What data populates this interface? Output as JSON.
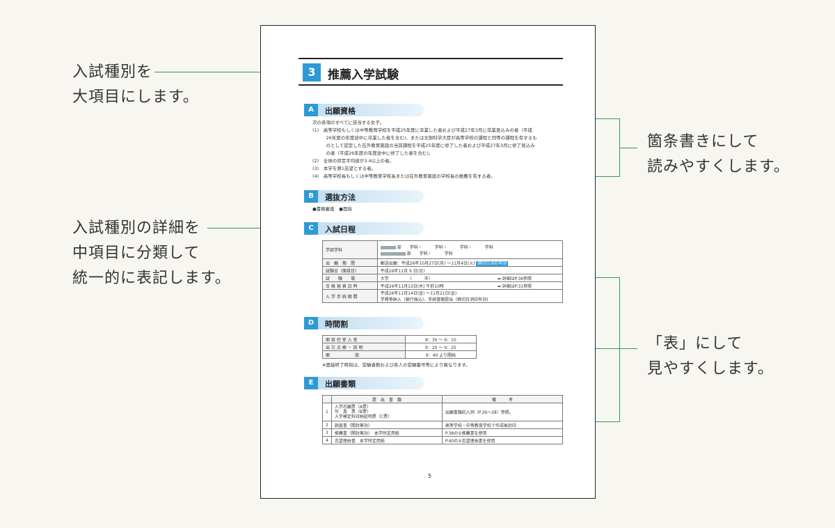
{
  "annotations": {
    "left1": [
      "入試種別を",
      "大項目にします。"
    ],
    "left2": [
      "入試種別の詳細を",
      "中項目に分類して",
      "統一的に表記します。"
    ],
    "right1": [
      "箇条書きにして",
      "読みやすくします。"
    ],
    "right2": [
      "「表」にして",
      "見やすくします。"
    ]
  },
  "page": {
    "section": {
      "number": "3",
      "title": "推薦入学試験"
    },
    "A": {
      "letter": "A",
      "title": "出願資格",
      "lines": [
        "次の各項のすべてに該当する女子。",
        "(1)　高等学校もしくは中等教育学校を平成25年度に卒業した者および平成27年3月に卒業見込みの者（平成",
        "　　　26年度の年度途中に卒業した者を含む)、または文部科学大臣が高等学校の課程と同等の課程を有するも",
        "　　　のとして認定した在外教育施設の当該課程を平成25年度に修了した者および平成27年3月に修了見込み",
        "　　　の者（平成26年度の年度途中に修了した者を含む)。",
        "(2)　全体の評定平均値が3.4以上の者。",
        "(3)　本学を第1志望とする者。",
        "(4)　高等学校長もしくは中等教育学校長または在外教育施設の学校長の推薦を有する者。"
      ]
    },
    "B": {
      "letter": "B",
      "title": "選抜方法",
      "text": "●書類審査　●面接"
    },
    "C": {
      "letter": "C",
      "title": "入試日程",
      "dept_label": "学部学科",
      "dept_line1": "部　　学科・　　　学科・　　　学科・　　　学科",
      "dept_line2": "部　　学科・　　　学科",
      "rows": [
        {
          "label": "出　願　期　間",
          "value": "郵送出願：平成26年10月27日(月) 〜11月4日(火)",
          "badge": "締切日消印有効",
          "note": ""
        },
        {
          "label": "試験日（面接日）",
          "value": "平成26年11月 9 日(日)",
          "badge": "",
          "note": ""
        },
        {
          "label": "試　　験　　場",
          "value": "大学　　　　　（　　　市）",
          "badge": "",
          "note": "➡ 詳細はP.36参照"
        },
        {
          "label": "合 格 発 表 日 時",
          "value": "平成26年11月13日(木) 午前10時",
          "badge": "",
          "note": "➡ 詳細はP.31参照"
        },
        {
          "label": "入 学 手 続 期 間",
          "value": "平成26年11月14日(金) 〜11月21日(金)",
          "value2": "学費等納入（銀行振込)、手続書類提出（締切日消印有効)",
          "badge": "",
          "note": ""
        }
      ]
    },
    "D": {
      "letter": "D",
      "title": "時間割",
      "rows": [
        {
          "label": "面 接 控 室 入 室",
          "value": "8：30 〜 9：10"
        },
        {
          "label": "出 欠 点 検 ・ 説 明",
          "value": "9：20 〜 9：25"
        },
        {
          "label": "面　　　　　　接",
          "value": "9：40 より開始"
        }
      ],
      "note": "※面接終了時刻は、受験者数および各人の受験番号等により異なります。"
    },
    "E": {
      "letter": "E",
      "title": "出願書類",
      "headers": [
        "提　出　書　類",
        "備　　　考"
      ],
      "rows": [
        {
          "no": "1",
          "doc": "入学志願票（A票）",
          "doc2": "写　真　票（B票）",
          "doc3": "入学検定料収納証明票（C票）",
          "note": "出願書類記入例（P.26〜28）参照。"
        },
        {
          "no": "2",
          "doc": "調査書（開封無効）",
          "note": "高等学校・中等教育学校で作成後封印"
        },
        {
          "no": "3",
          "doc": "推薦書（開封無効）　本学所定用紙",
          "note": "P.38の①推薦書を使用"
        },
        {
          "no": "4",
          "doc": "志望理由書　本学所定用紙",
          "note": "P.40の②志望理由書を使用"
        }
      ]
    },
    "page_number": "5"
  },
  "colors": {
    "accent": "#2d9ad6",
    "annotation_line": "#2f9a5d"
  }
}
